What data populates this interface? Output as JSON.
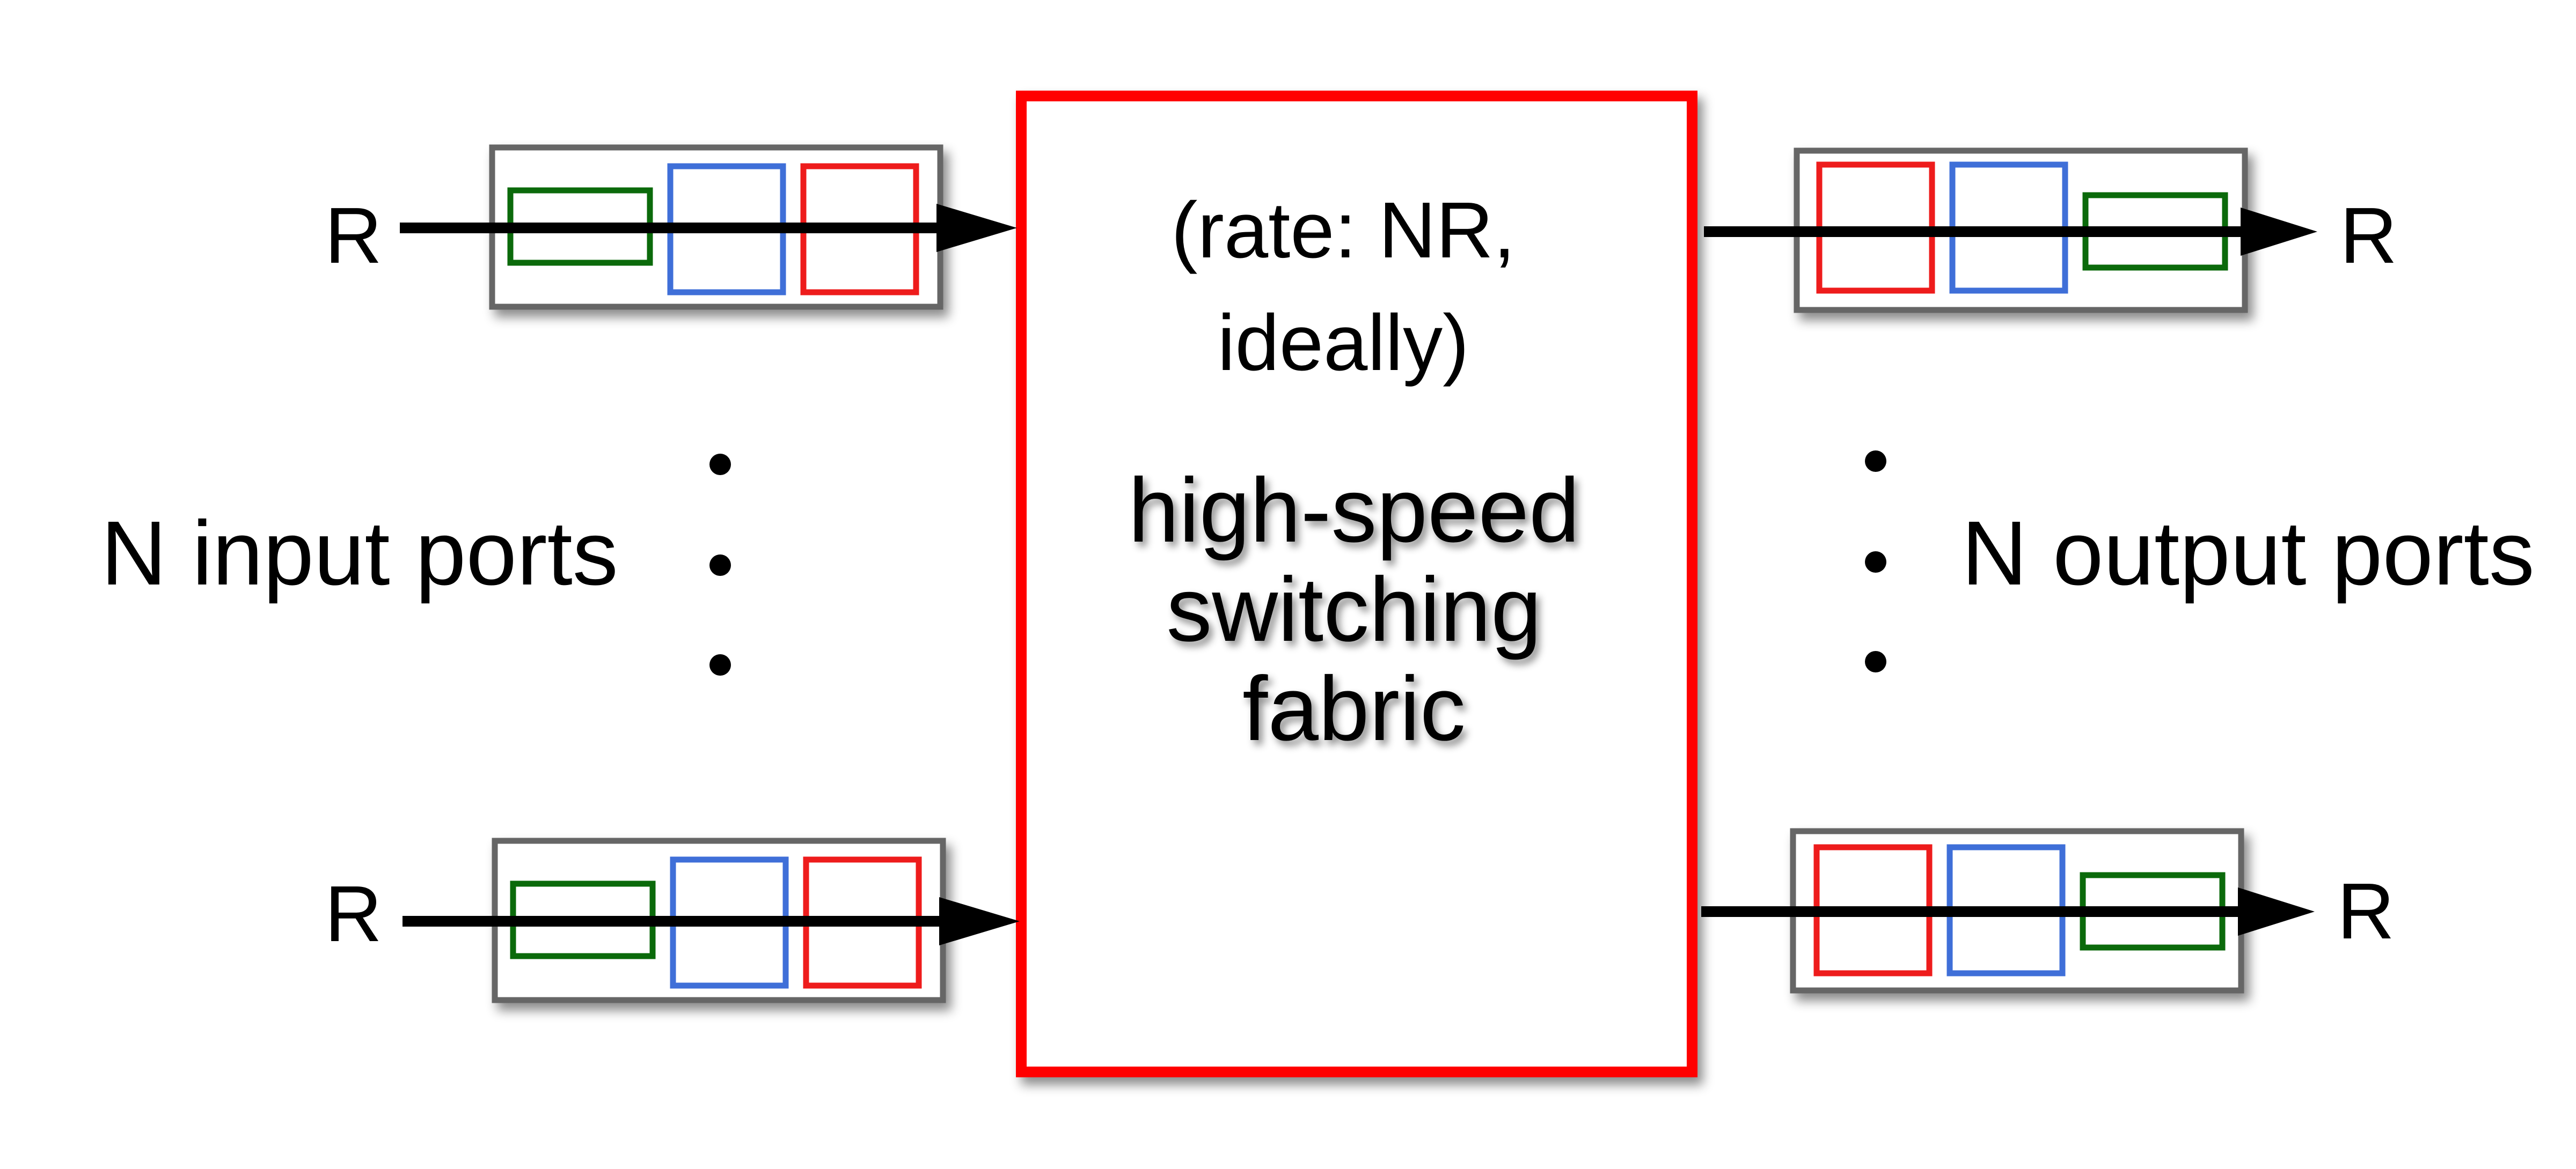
{
  "fabric": {
    "rate_line1": "(rate: NR,",
    "rate_line2": "ideally)",
    "name_line1": "high-speed",
    "name_line2": "switching",
    "name_line3": "fabric",
    "border_color": "#ff0000"
  },
  "inputs": {
    "label": "N input ports",
    "top_rate": "R",
    "bottom_rate": "R"
  },
  "outputs": {
    "label": "N output ports",
    "top_rate": "R",
    "bottom_rate": "R"
  },
  "packet_colors": {
    "green": "#0b6a0b",
    "blue": "#3f6fd8",
    "red": "#ee1c1c",
    "queue_border": "#666666"
  }
}
